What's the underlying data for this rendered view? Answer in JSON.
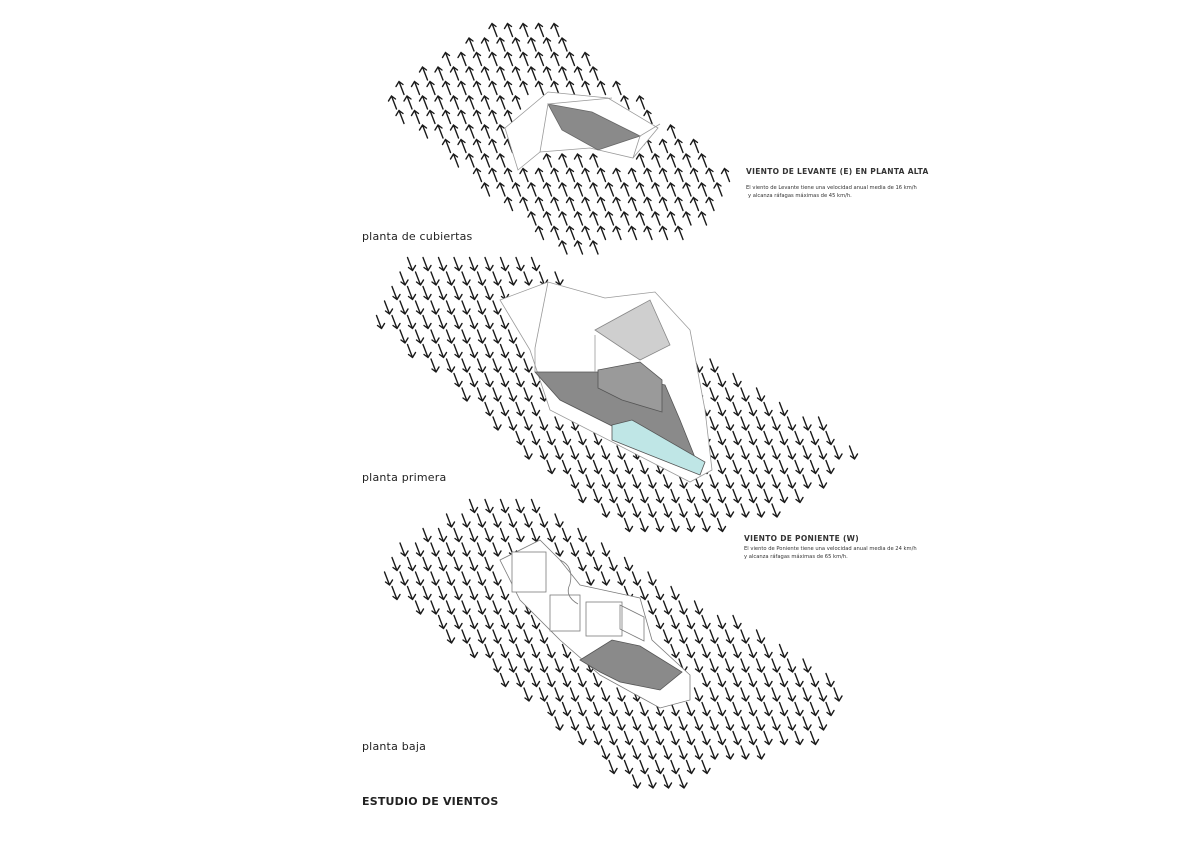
{
  "labels": {
    "roof": "planta de cubiertas",
    "first": "planta primera",
    "ground": "planta baja",
    "title": "ESTUDIO DE VIENTOS"
  },
  "winds": {
    "levante": {
      "title": "VIENTO DE LEVANTE (E) EN PLANTA ALTA",
      "line1": "El viento de Levante tiene una velocidad anual media de 16 km/h",
      "line2": "y alcanza ráfagas máximas de 45 km/h."
    },
    "poniente": {
      "title": "VIENTO DE PONIENTE (W)",
      "line1": "El viento de Poniente tiene una velocidad anual media de 24 km/h",
      "line2": "y alcanza ráfagas máximas de 65 km/h."
    }
  },
  "colors": {
    "ink": "#1a1a1a",
    "shade": "#8a8a8a",
    "pool": "#bfe6e6",
    "outline": "#9a9a9a"
  },
  "arrow_fields": [
    {
      "name": "roof-arrow-field",
      "direction": "north-up"
    },
    {
      "name": "first-floor-arrow-field",
      "direction": "south-down"
    },
    {
      "name": "ground-floor-arrow-field",
      "direction": "south-down"
    }
  ]
}
